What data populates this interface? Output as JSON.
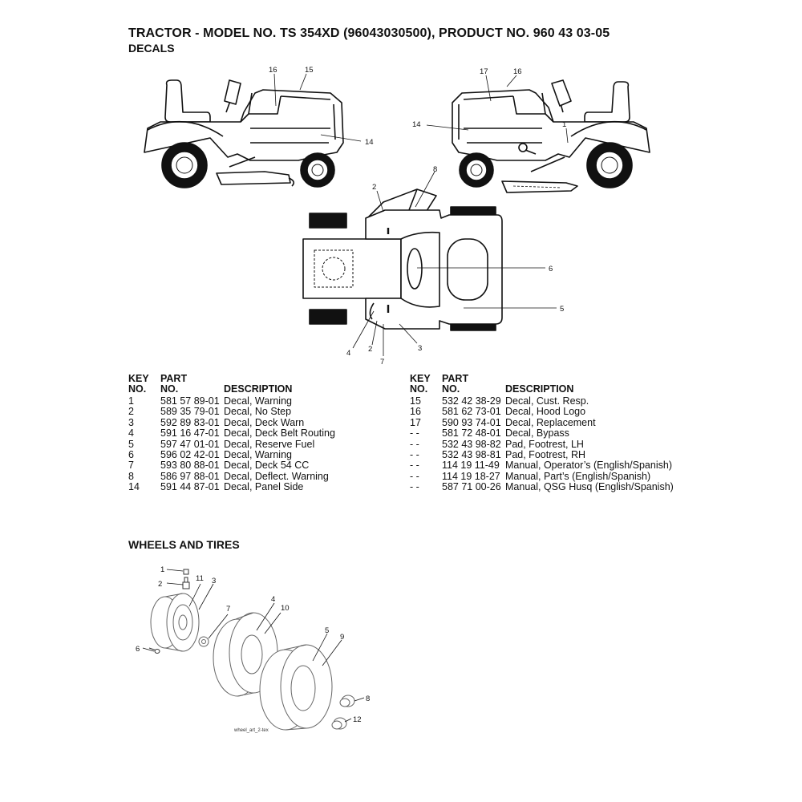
{
  "header": {
    "title": "TRACTOR - MODEL NO. TS 354XD (96043030500), PRODUCT NO. 960 43 03-05",
    "subtitle": "DECALS"
  },
  "decals_diagram": {
    "left_view_callouts": [
      "16",
      "15",
      "14"
    ],
    "right_view_callouts": [
      "17",
      "16",
      "14",
      "1"
    ],
    "top_view_callouts": [
      "2",
      "8",
      "6",
      "5",
      "4",
      "2",
      "7",
      "3"
    ]
  },
  "table_headers": {
    "key_line1": "KEY",
    "key_line2": "NO.",
    "part_line1": "PART",
    "part_line2": "NO.",
    "description": "DESCRIPTION"
  },
  "parts_left": [
    {
      "key": "1",
      "part": "581 57 89-01",
      "desc": "Decal, Warning"
    },
    {
      "key": "2",
      "part": "589 35 79-01",
      "desc": "Decal, No Step"
    },
    {
      "key": "3",
      "part": "592 89 83-01",
      "desc": "Decal, Deck Warn"
    },
    {
      "key": "4",
      "part": "591 16 47-01",
      "desc": "Decal, Deck Belt Routing"
    },
    {
      "key": "5",
      "part": "597 47 01-01",
      "desc": "Decal, Reserve Fuel"
    },
    {
      "key": "6",
      "part": "596 02 42-01",
      "desc": "Decal, Warning"
    },
    {
      "key": "7",
      "part": "593 80 88-01",
      "desc": "Decal, Deck 54 CC"
    },
    {
      "key": "8",
      "part": "586 97 88-01",
      "desc": "Decal, Deflect. Warning"
    },
    {
      "key": "14",
      "part": "591 44 87-01",
      "desc": "Decal, Panel Side"
    }
  ],
  "parts_right": [
    {
      "key": "15",
      "part": "532 42 38-29",
      "desc": "Decal, Cust. Resp."
    },
    {
      "key": "16",
      "part": "581 62 73-01",
      "desc": "Decal, Hood Logo"
    },
    {
      "key": "17",
      "part": "590 93 74-01",
      "desc": "Decal, Replacement"
    },
    {
      "key": "- -",
      "part": "581 72 48-01",
      "desc": "Decal, Bypass"
    },
    {
      "key": "- -",
      "part": "532 43 98-82",
      "desc": "Pad, Footrest, LH"
    },
    {
      "key": "- -",
      "part": "532 43 98-81",
      "desc": "Pad, Footrest, RH"
    },
    {
      "key": "- -",
      "part": "114 19 11-49",
      "desc": "Manual, Operator’s (English/Spanish)"
    },
    {
      "key": "- -",
      "part": "114 19 18-27",
      "desc": "Manual, Part’s (English/Spanish)"
    },
    {
      "key": "- -",
      "part": "587 71 00-26",
      "desc": "Manual, QSG Husq (English/Spanish)"
    }
  ],
  "wheels": {
    "section_title": "WHEELS AND TIRES",
    "callouts": [
      "1",
      "2",
      "11",
      "3",
      "7",
      "4",
      "10",
      "5",
      "9",
      "6",
      "8",
      "12"
    ],
    "figure_id": "wheel_art_2-tex"
  }
}
